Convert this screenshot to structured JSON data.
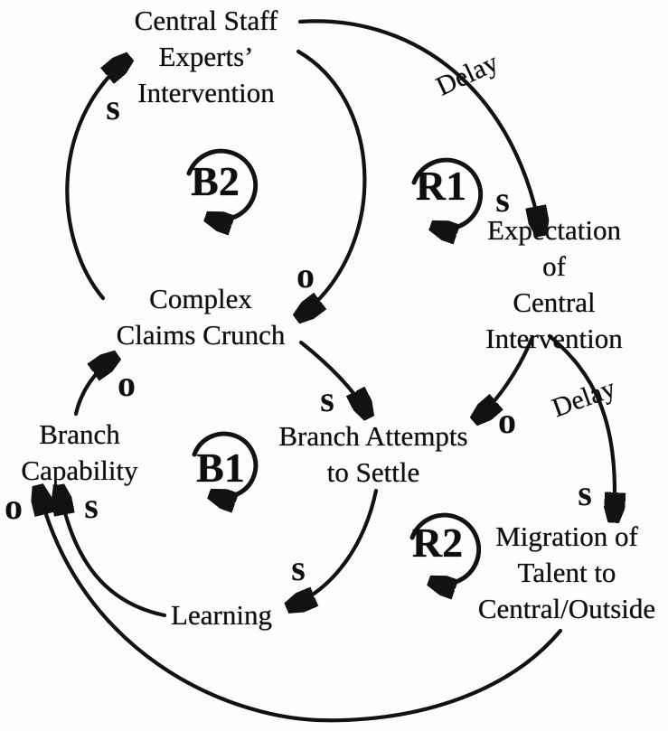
{
  "diagram": {
    "type": "causal-loop-diagram",
    "nodes": {
      "central_staff": "Central Staff\nExperts’\nIntervention",
      "expectation": "Expectation of\nCentral\nIntervention",
      "complex_claims": "Complex\nClaims Crunch",
      "branch_attempts": "Branch Attempts\nto Settle",
      "branch_capability": "Branch\nCapability",
      "learning": "Learning",
      "migration": "Migration of\nTalent to\nCentral/Outside"
    },
    "loops": {
      "b2": "B2",
      "r1": "R1",
      "b1": "B1",
      "r2": "R2"
    },
    "edges": [
      {
        "from": "complex_claims",
        "to": "central_staff",
        "polarity": "s"
      },
      {
        "from": "central_staff",
        "to": "complex_claims",
        "polarity": "o"
      },
      {
        "from": "central_staff",
        "to": "expectation",
        "polarity": "s",
        "delay": "Delay"
      },
      {
        "from": "expectation",
        "to": "branch_attempts",
        "polarity": "o"
      },
      {
        "from": "expectation",
        "to": "migration",
        "polarity": "s",
        "delay": "Delay"
      },
      {
        "from": "complex_claims",
        "to": "branch_attempts",
        "polarity": "s"
      },
      {
        "from": "branch_attempts",
        "to": "learning",
        "polarity": "s"
      },
      {
        "from": "learning",
        "to": "branch_capability",
        "polarity": "s"
      },
      {
        "from": "migration",
        "to": "branch_capability",
        "polarity": "o"
      },
      {
        "from": "branch_capability",
        "to": "complex_claims",
        "polarity": "o"
      }
    ]
  }
}
